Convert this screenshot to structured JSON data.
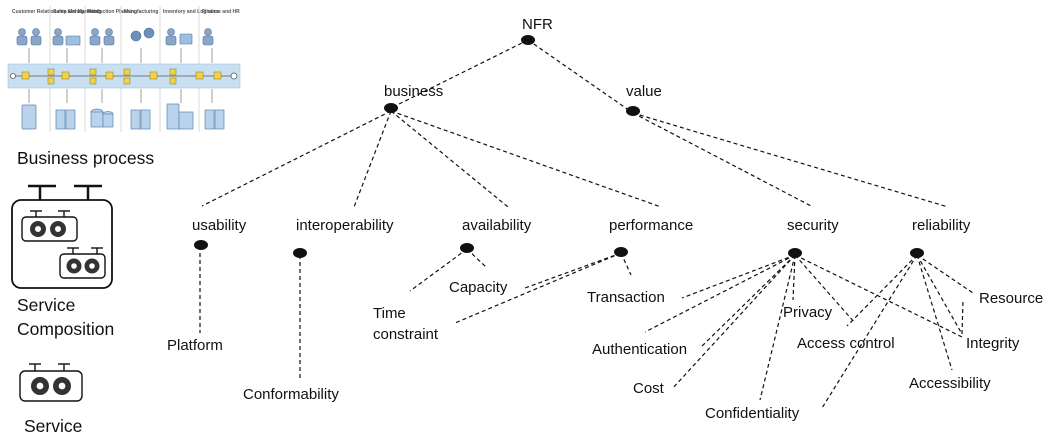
{
  "legend": {
    "departments": [
      "Customer Relationship Management",
      "Sales and Marketing",
      "Production Planning",
      "Manufacturing",
      "Inventory and Logistics",
      "Finance and HR"
    ],
    "business_process_label": "Business process",
    "service_composition_label_1": "Service",
    "service_composition_label_2": "Composition",
    "service_label": "Service"
  },
  "tree": {
    "root": "NFR",
    "level1": {
      "business": "business",
      "value": "value"
    },
    "level2": {
      "usability": "usability",
      "interoperability": "interoperability",
      "availability": "availability",
      "performance": "performance",
      "security": "security",
      "reliability": "reliability"
    },
    "leaves": {
      "platform": "Platform",
      "conformability": "Conformability",
      "time_constraint_1": "Time",
      "time_constraint_2": "constraint",
      "capacity": "Capacity",
      "transaction": "Transaction",
      "authentication": "Authentication",
      "cost": "Cost",
      "confidentiality": "Confidentiality",
      "privacy": "Privacy",
      "access_control": "Access control",
      "integrity": "Integrity",
      "accessibility": "Accessibility",
      "resource": "Resource"
    }
  }
}
